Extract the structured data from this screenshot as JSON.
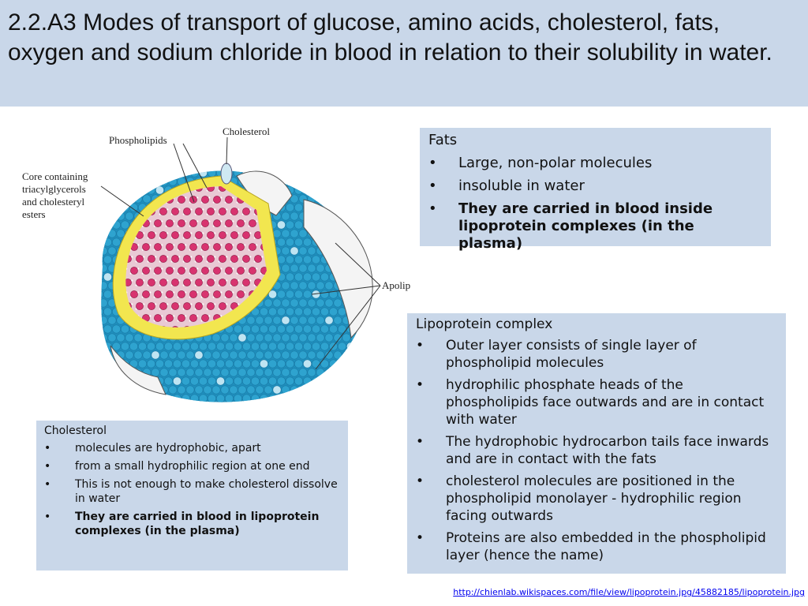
{
  "slide": {
    "title": "2.2.A3 Modes of transport of glucose, amino acids, cholesterol, fats, oxygen and sodium chloride in blood in relation to their solubility in water."
  },
  "diagram": {
    "labels": {
      "phospholipids": "Phospholipids",
      "cholesterol": "Cholesterol",
      "core_line1": "Core containing",
      "core_line2": "triacylglycerols",
      "core_line3": "and cholesteryl",
      "core_line4": "esters",
      "apolipoproteins": "Apolipoproteins"
    },
    "colors": {
      "outer_shell": "#2ea3cf",
      "phospholipid_ring": "#f2e64f",
      "core_heads": "#d8336f",
      "apoprotein": "#f2f2f2"
    }
  },
  "fats_box": {
    "heading": "Fats",
    "bullet": "•",
    "items": [
      {
        "text": "Large, non-polar molecules"
      },
      {
        "text": "insoluble in water"
      },
      {
        "text": "They are carried in blood inside lipoprotein complexes (in the plasma)"
      }
    ]
  },
  "lipoprotein_box": {
    "heading": "Lipoprotein complex",
    "items": [
      {
        "text": "Outer layer consists of single layer of phospholipid molecules"
      },
      {
        "text": "hydrophilic phosphate heads of the phospholipids face outwards and are in contact with water"
      },
      {
        "text": "The hydrophobic hydrocarbon tails face inwards and are in contact with the fats"
      },
      {
        "text": "cholesterol molecules are positioned in the phospholipid monolayer - hydrophilic region facing outwards"
      },
      {
        "text": "Proteins are also embedded in the phospholipid layer (hence the name)"
      }
    ]
  },
  "cholesterol_box": {
    "heading": "Cholesterol",
    "items": [
      {
        "text": "molecules are hydrophobic, apart"
      },
      {
        "text": "from a small hydrophilic region at one end"
      },
      {
        "text": "This is not enough to make cholesterol dissolve in water"
      },
      {
        "text": "They are carried in blood in lipoprotein complexes (in the plasma)"
      }
    ]
  },
  "source": {
    "url": "http://chienlab.wikispaces.com/file/view/lipoprotein.jpg/45882185/lipoprotein.jpg"
  }
}
